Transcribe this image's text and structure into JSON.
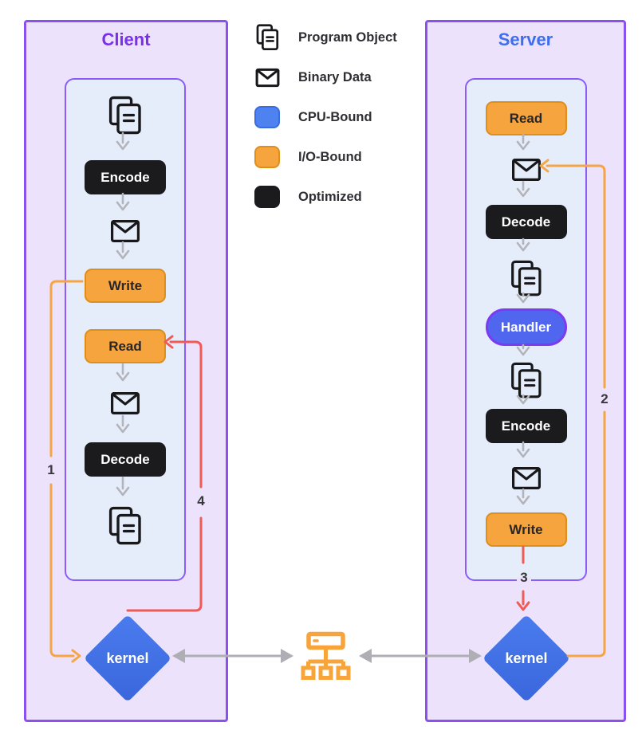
{
  "diagram_type": "client-server encode/decode pipeline",
  "colors": {
    "panel_fill": "#ece2fb",
    "panel_border": "#8a50f0",
    "inner_fill": "#e5edfb",
    "inner_border": "#8b5cf6",
    "client_title": "#7b2eeb",
    "server_title": "#3d6ef0",
    "io_bound": "#f6a43e",
    "cpu_bound": "#4e82f0",
    "optimized": "#1b1b1e",
    "kernel_fill": "#4273e8",
    "line_orange": "#f6a546",
    "line_red": "#f05b57",
    "line_gray": "#b3b3ba",
    "network_icon": "#f7a43b"
  },
  "client": {
    "title": "Client",
    "kernel_label": "kernel",
    "flow": [
      {
        "type": "icon",
        "name": "program-object"
      },
      {
        "type": "step",
        "style": "optimized",
        "label": "Encode"
      },
      {
        "type": "icon",
        "name": "binary-data"
      },
      {
        "type": "step",
        "style": "io-bound",
        "label": "Write"
      },
      {
        "type": "step",
        "style": "io-bound",
        "label": "Read"
      },
      {
        "type": "icon",
        "name": "binary-data"
      },
      {
        "type": "step",
        "style": "optimized",
        "label": "Decode"
      },
      {
        "type": "icon",
        "name": "program-object"
      }
    ]
  },
  "server": {
    "title": "Server",
    "kernel_label": "kernel",
    "flow": [
      {
        "type": "step",
        "style": "io-bound",
        "label": "Read"
      },
      {
        "type": "icon",
        "name": "binary-data"
      },
      {
        "type": "step",
        "style": "optimized",
        "label": "Decode"
      },
      {
        "type": "icon",
        "name": "program-object"
      },
      {
        "type": "step",
        "style": "cpu-bound",
        "label": "Handler"
      },
      {
        "type": "icon",
        "name": "program-object"
      },
      {
        "type": "step",
        "style": "optimized",
        "label": "Encode"
      },
      {
        "type": "icon",
        "name": "binary-data"
      },
      {
        "type": "step",
        "style": "io-bound",
        "label": "Write"
      }
    ]
  },
  "legend": {
    "items": [
      {
        "icon": "program-object",
        "label": "Program Object"
      },
      {
        "icon": "binary-data",
        "label": "Binary Data"
      },
      {
        "swatch": "cpu-bound",
        "label": "CPU-Bound"
      },
      {
        "swatch": "io-bound",
        "label": "I/O-Bound"
      },
      {
        "swatch": "optimized",
        "label": "Optimized"
      }
    ]
  },
  "arrows": [
    {
      "label": "1",
      "color": "orange",
      "from": "client-write",
      "to": "client-kernel"
    },
    {
      "label": "2",
      "color": "orange",
      "from": "server-kernel",
      "to": "server-binary-data"
    },
    {
      "label": "3",
      "color": "red",
      "from": "server-write",
      "to": "server-kernel"
    },
    {
      "label": "4",
      "color": "red",
      "from": "client-kernel",
      "to": "client-read"
    }
  ]
}
